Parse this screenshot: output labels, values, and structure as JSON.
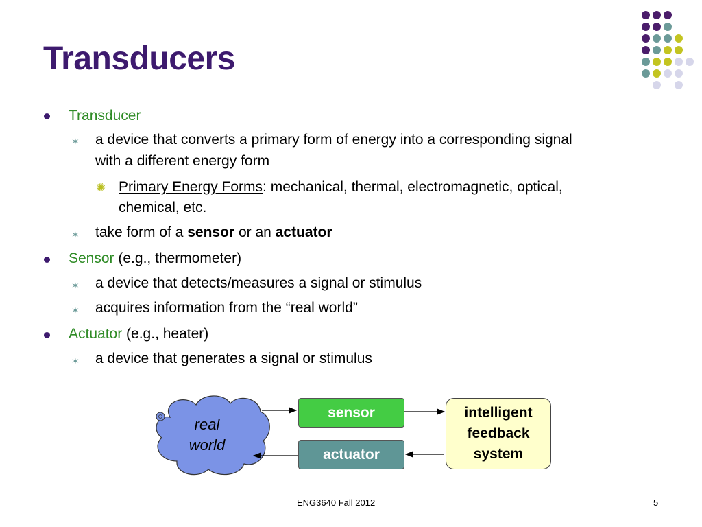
{
  "title": "Transducers",
  "bullets": {
    "transducer": {
      "term": "Transducer",
      "sub1_line1": "a device that converts a primary form of energy into a corresponding signal",
      "sub1_line2": "with a different energy form",
      "sub1_sub_term": "Primary Energy Forms",
      "sub1_sub_rest": ": mechanical, thermal, electromagnetic, optical,",
      "sub1_sub_line2": "chemical, etc.",
      "sub2_pre": "take form of a ",
      "sub2_sensor": "sensor",
      "sub2_mid": " or an ",
      "sub2_actuator": "actuator"
    },
    "sensor": {
      "term": "Sensor",
      "example": " (e.g., thermometer)",
      "sub1": "a device that detects/measures a signal or stimulus",
      "sub2": "acquires information from the “real world”"
    },
    "actuator": {
      "term": "Actuator",
      "example": " (e.g., heater)",
      "sub1": "a device that generates a signal or stimulus"
    }
  },
  "diagram": {
    "cloud_line1": "real",
    "cloud_line2": "world",
    "sensor_label": "sensor",
    "actuator_label": "actuator",
    "system_line1": "intelligent",
    "system_line2": "feedback",
    "system_line3": "system"
  },
  "footer": {
    "course": "ENG3640 Fall 2012",
    "page_number": "5"
  },
  "colors": {
    "title": "#3d1a6e",
    "term_green": "#2e8b25",
    "sensor_box": "#44cc44",
    "actuator_box": "#5f9696",
    "cloud": "#7b93e6",
    "system_box": "#ffffcc",
    "dot_purple": "#4b1d6b",
    "dot_teal": "#6b9a98",
    "dot_yellow": "#c3c421",
    "dot_lavender": "#d6d6ea"
  }
}
